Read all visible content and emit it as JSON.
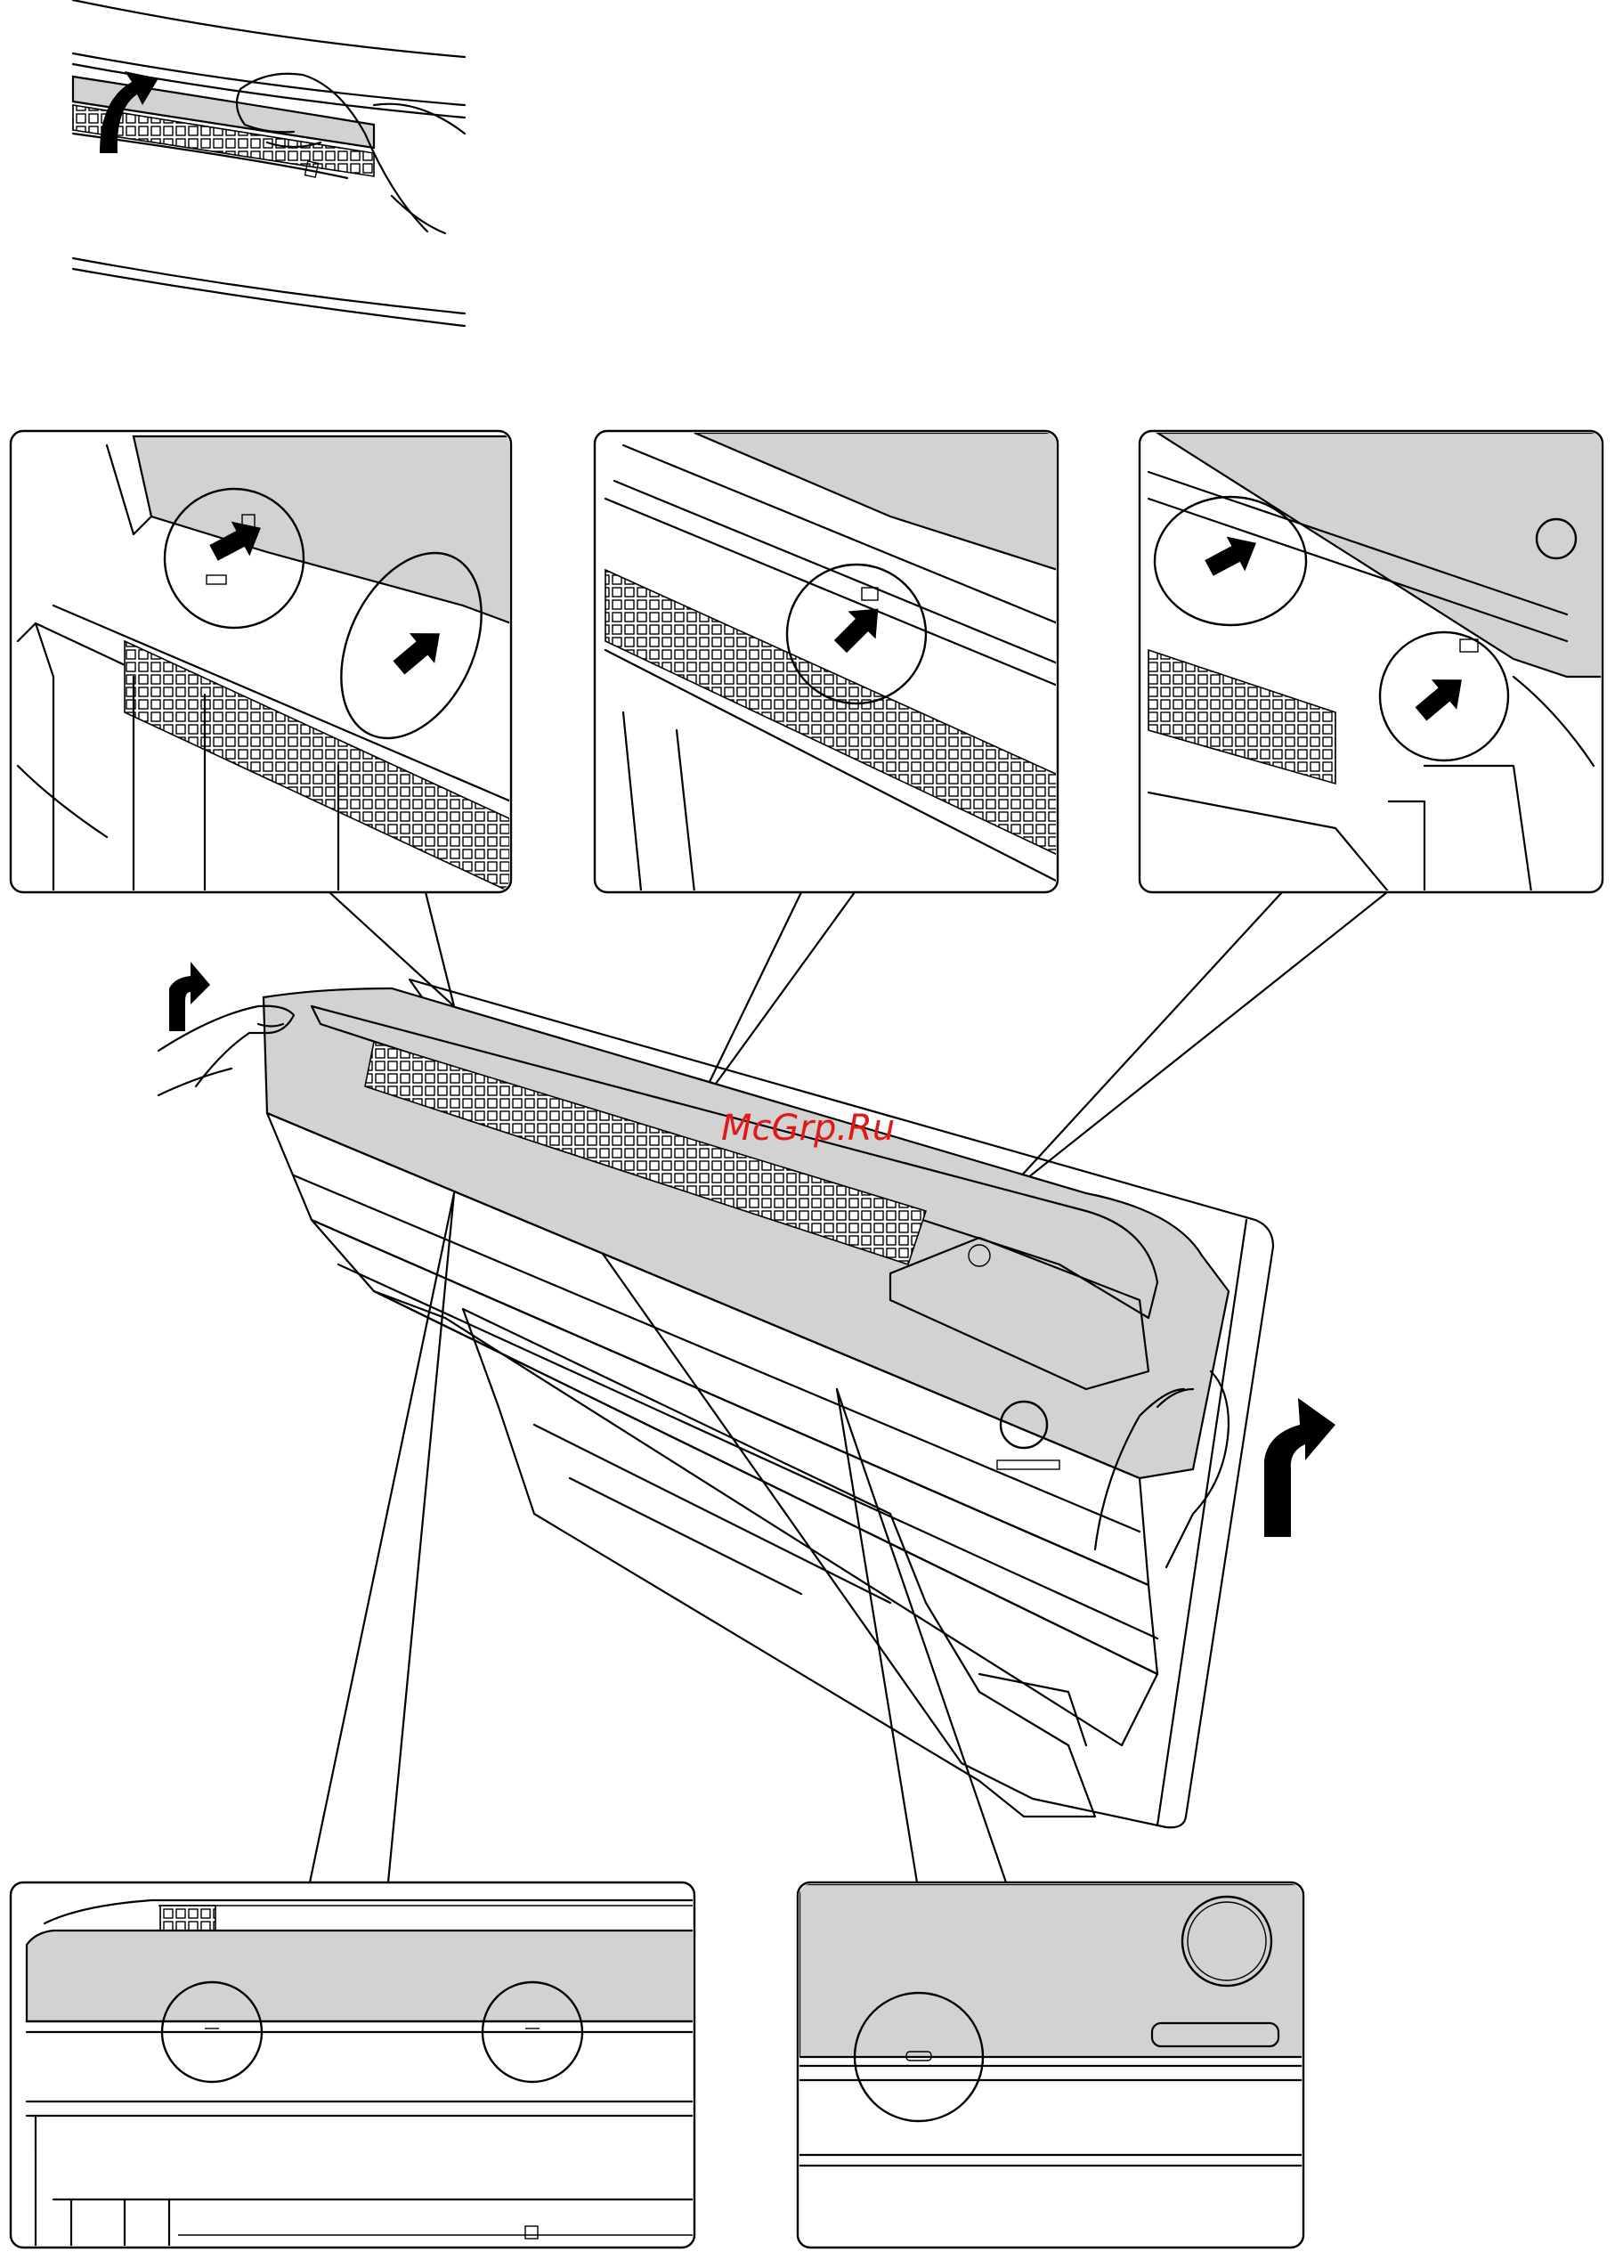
{
  "watermark": {
    "text": "McGrp.Ru",
    "color": "#e01818"
  },
  "colors": {
    "panel_gray": "#d2d2d2",
    "line": "#000000",
    "background": "#ffffff"
  },
  "figures": {
    "top_detail": {
      "icons": [
        "hand-icon",
        "curved-arrow-up-icon"
      ]
    },
    "detail_left_top": {
      "icons": [
        "arrow-icon",
        "arrow-icon"
      ],
      "circles": 2
    },
    "detail_center_top": {
      "icons": [
        "arrow-icon"
      ],
      "circles": 1
    },
    "detail_right_top": {
      "icons": [
        "arrow-icon",
        "arrow-icon"
      ],
      "circles": 2
    },
    "main_unit": {
      "icons": [
        "hand-icon",
        "hand-icon",
        "curved-arrow-up-icon",
        "curved-arrow-up-icon"
      ]
    },
    "detail_bottom_left": {
      "circles": 2
    },
    "detail_bottom_right": {
      "circles": 1
    }
  }
}
